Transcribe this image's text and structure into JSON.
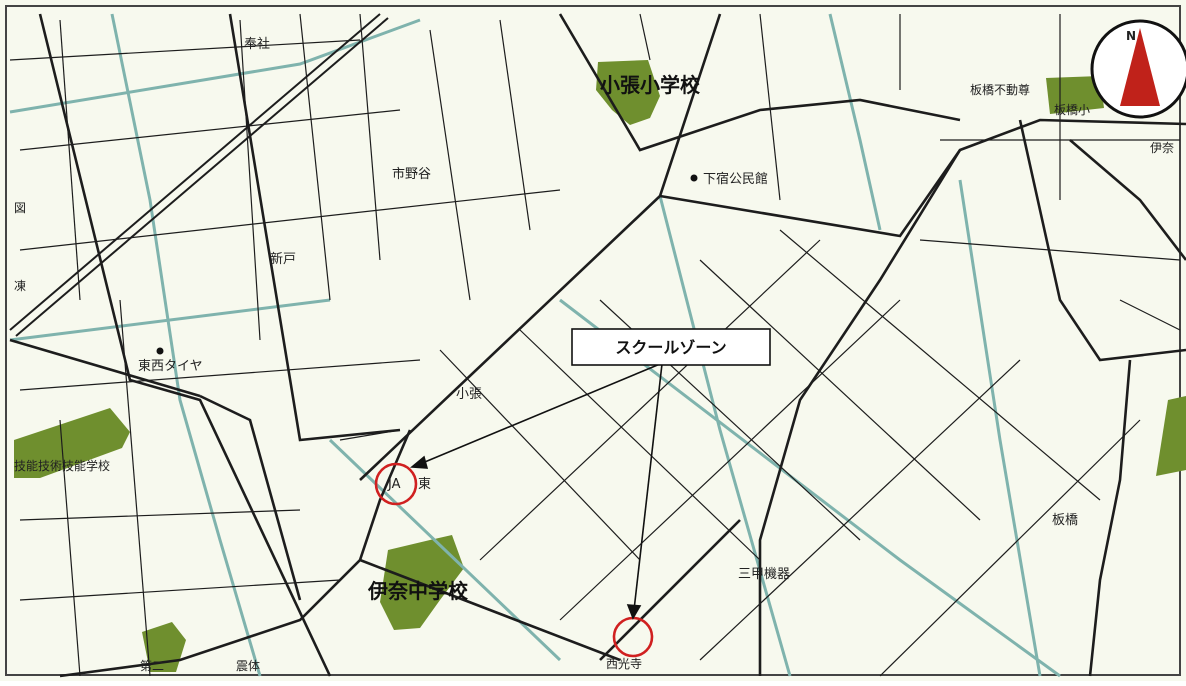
{
  "map": {
    "background_color": "#f7f9ee",
    "road_color": "#1d1d1d",
    "river_color": "#7fb3ad",
    "park_color": "#6f8f2e",
    "marker_color": "#d02020",
    "compass_color": "#c0221a",
    "north_label": "N"
  },
  "labels": {
    "houshya": "奉社",
    "shotennin_elementary": "小張小学校",
    "shimojuku_hall": "下宿公民館",
    "itabashi_fudo": "板橋不動尊",
    "itabashi_elem": "板橋小",
    "ina_edge": "伊奈",
    "ichinoya": "市野谷",
    "shinto": "新戸",
    "tozai_tire": "東西タイヤ",
    "koharu": "小張",
    "gijutsu_school": "技能技術技能学校",
    "ja_label": "JA",
    "ja_tail": "東",
    "ina_junior_high": "伊奈中学校",
    "itabashi_area": "板橋",
    "sanko_label": "三甲機器",
    "nishikou_temple": "西光寺",
    "gakko_left_edge": "図",
    "bottom_label": "震体",
    "bottom_label2": "第二",
    "left_edge": "凍"
  },
  "callout": {
    "text": "スクールゾーン"
  }
}
